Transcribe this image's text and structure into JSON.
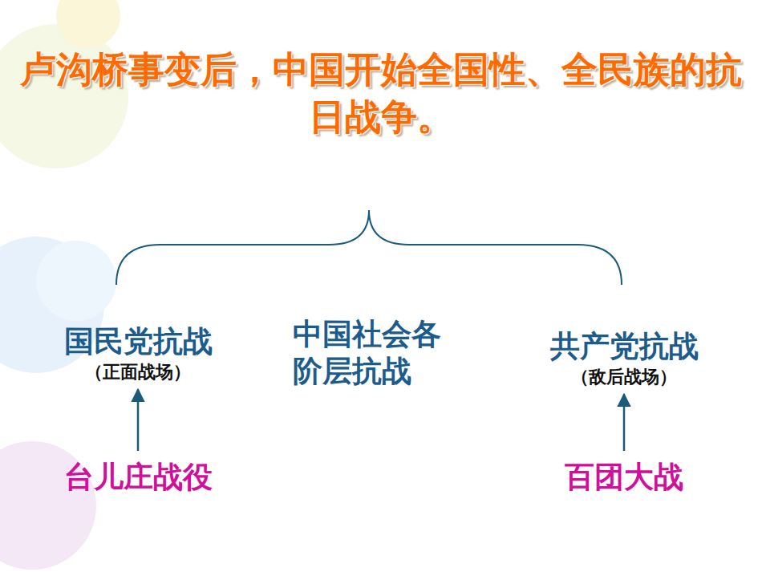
{
  "diagram": {
    "title": "卢沟桥事变后，中国开始全国性、全民族的抗日战争。",
    "nodes": [
      {
        "text": [
          "国民党抗战",
          "（正面战场）"
        ]
      },
      {
        "text": [
          "中国社会各阶层抗战"
        ]
      },
      {
        "text": [
          "共产党抗战",
          "（敌后战场）"
        ]
      },
      {
        "text": [
          "台儿庄战役"
        ]
      },
      {
        "text": [
          "百团大战"
        ]
      }
    ],
    "edges": [
      {
        "from": 3,
        "to": 0,
        "arrow": "to"
      },
      {
        "from": 4,
        "to": 2,
        "arrow": "to"
      }
    ]
  }
}
